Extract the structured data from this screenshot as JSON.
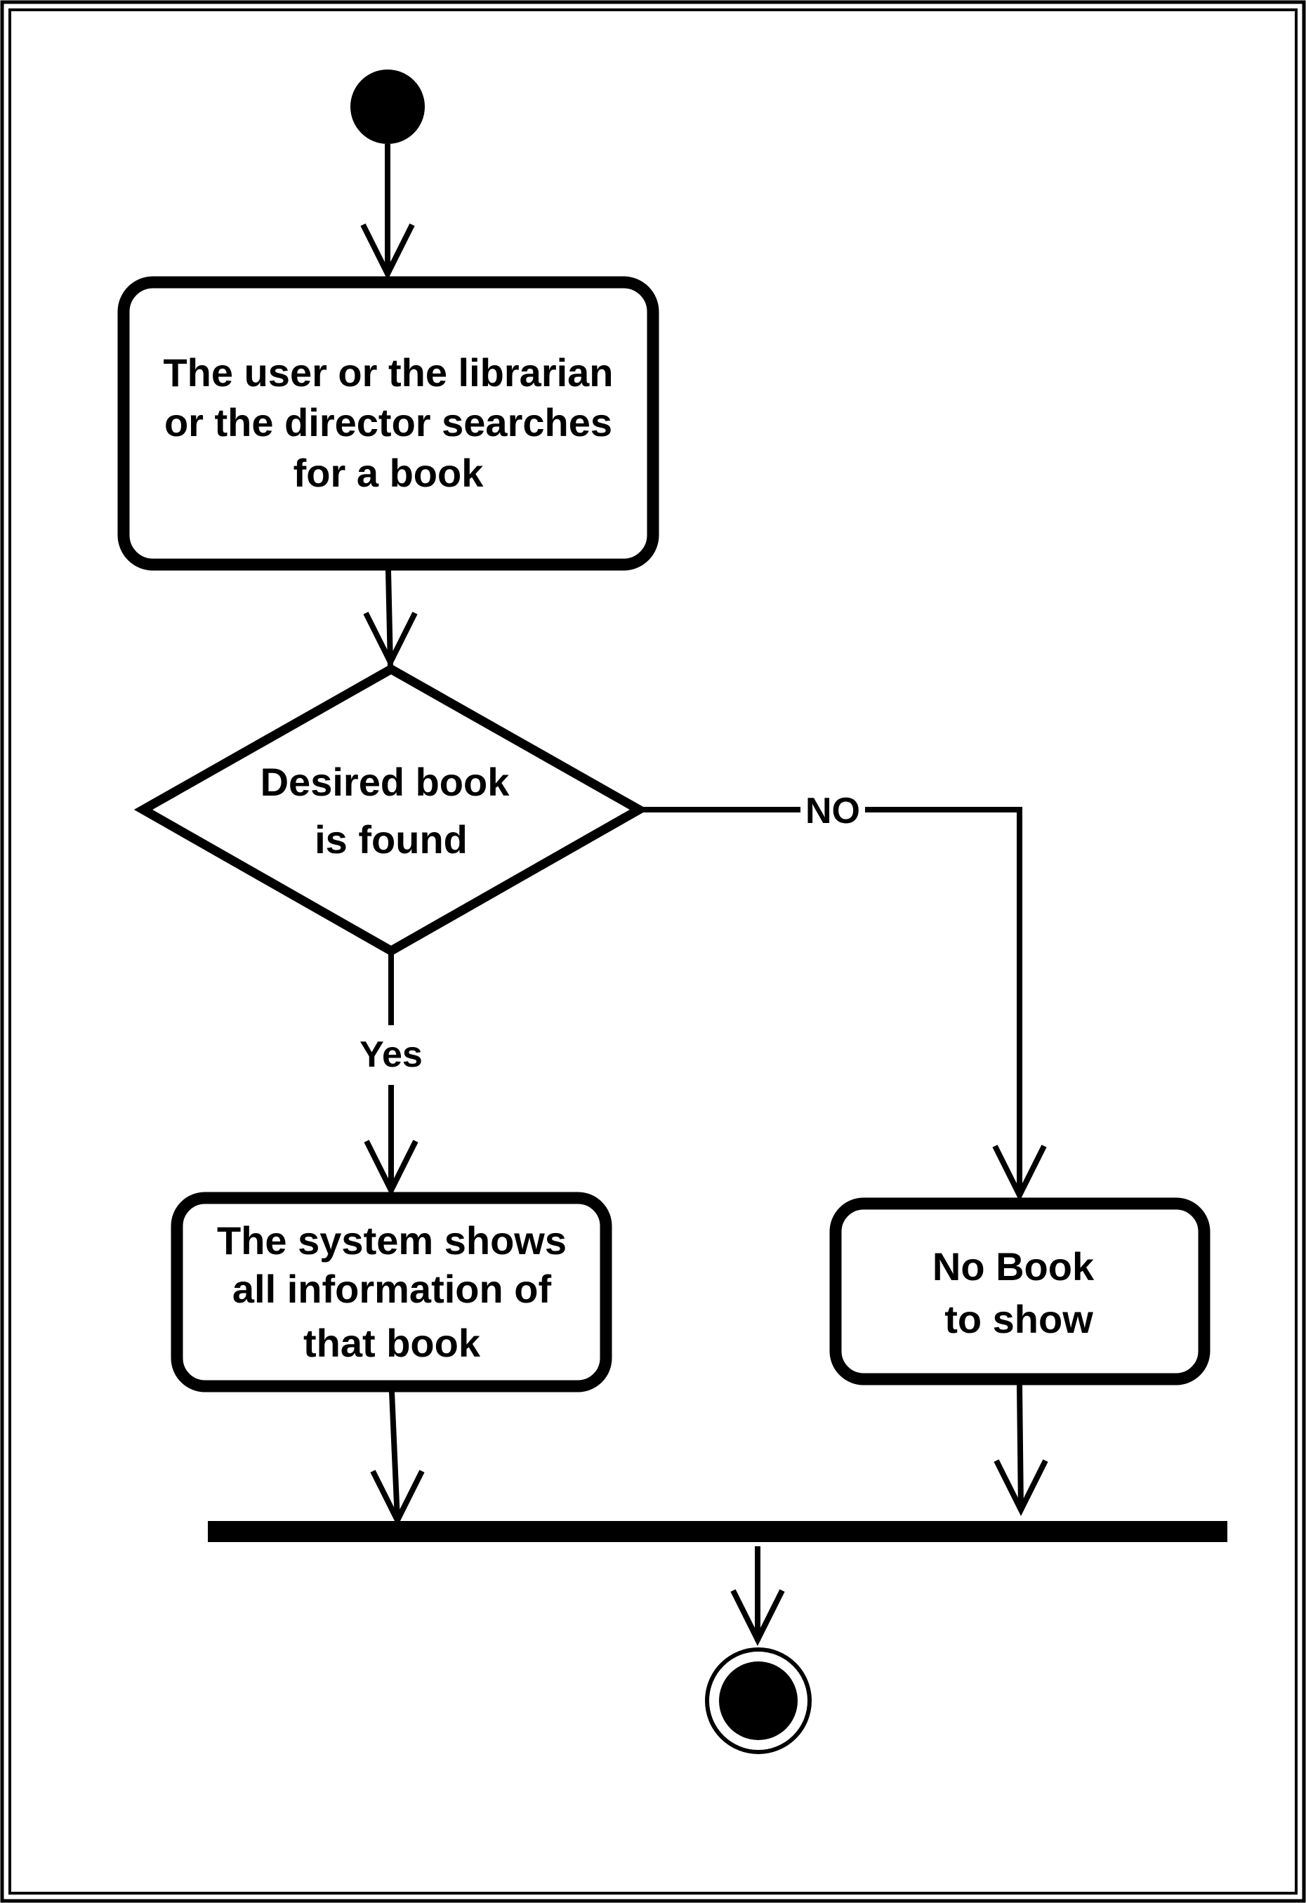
{
  "diagram": {
    "type": "uml-activity-diagram",
    "colors": {
      "stroke": "#000000",
      "fill": "#ffffff"
    },
    "nodes": {
      "search": {
        "lines": [
          "The user or the librarian",
          "or the director searches",
          "for a book"
        ]
      },
      "decision": {
        "lines": [
          "Desired book",
          "is found"
        ]
      },
      "show_info": {
        "lines": [
          "The system shows",
          "all information of",
          "that book"
        ]
      },
      "no_book": {
        "lines": [
          "No Book",
          "to show"
        ]
      }
    },
    "edges": {
      "no_label": "NO",
      "yes_label": "Yes"
    }
  }
}
